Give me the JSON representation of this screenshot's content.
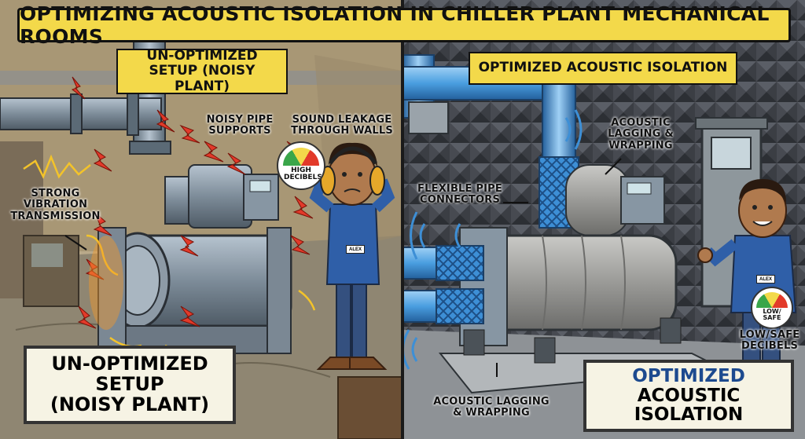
{
  "title": "OPTIMIZING ACOUSTIC ISOLATION IN CHILLER PLANT MECHANICAL ROOMS",
  "left_panel": {
    "header": "UN-OPTIMIZED SETUP (NOISY PLANT)",
    "callouts": {
      "pipe_supports": "NOISY PIPE SUPPORTS",
      "sound_leakage": "SOUND LEAKAGE THROUGH WALLS",
      "vibration": "STRONG VIBRATION TRANSMISSION"
    },
    "gauge": "HIGH DECIBELS",
    "badge": "ALEX",
    "sign_line1": "UN-OPTIMIZED SETUP",
    "sign_line2": "(NOISY PLANT)"
  },
  "right_panel": {
    "header": "OPTIMIZED ACOUSTIC ISOLATION",
    "callouts": {
      "lagging_top": "ACOUSTIC LAGGING & WRAPPING",
      "flexible": "FLEXIBLE PIPE CONNECTORS",
      "lagging_bottom": "ACOUSTIC LAGGING & WRAPPING"
    },
    "gauge": "LOW/ SAFE",
    "low_safe_label": "LOW/SAFE DECIBELS",
    "badge": "ALEX",
    "sign_line1": "OPTIMIZED",
    "sign_line2": "ACOUSTIC ISOLATION"
  },
  "colors": {
    "banner_yellow": "#f3d94a",
    "flex_blue": "#3d8fd6",
    "noise_red": "#e23a2a",
    "foam_dark": "#3d4046"
  }
}
